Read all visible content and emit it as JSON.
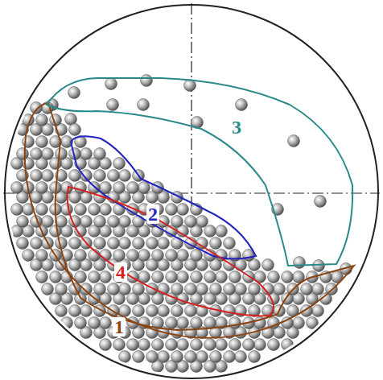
{
  "diagram": {
    "labels": [
      "3",
      "2",
      "4",
      "1"
    ]
  }
}
